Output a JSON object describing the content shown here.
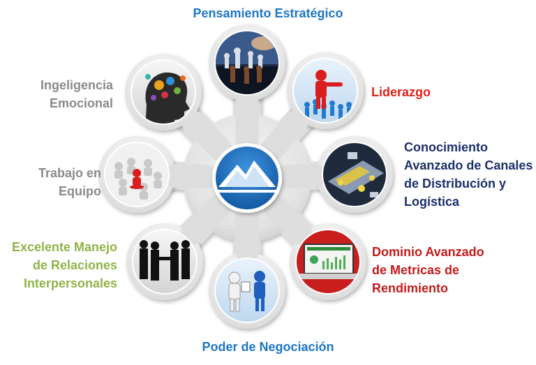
{
  "diagram": {
    "center": {
      "icon": "mountain-logo-icon",
      "color": "#1e6ec0"
    },
    "nodes": [
      {
        "id": "pensamiento",
        "lines": [
          "Pensamiento Estratégico"
        ],
        "color": "#1d76c4",
        "icon": "chess-icon"
      },
      {
        "id": "liderazgo",
        "lines": [
          "Liderazgo"
        ],
        "color": "#e0201b",
        "icon": "leader-figure-icon"
      },
      {
        "id": "conocimiento",
        "lines": [
          "Conocimiento",
          "Avanzado de Canales",
          "de Distribución y",
          "Logística"
        ],
        "color": "#1c2f6b",
        "icon": "logistics-icon"
      },
      {
        "id": "dominio",
        "lines": [
          "Dominio Avanzado",
          "de Metricas de",
          "Rendimiento"
        ],
        "color": "#c41a1a",
        "icon": "laptop-dashboard-icon"
      },
      {
        "id": "poder",
        "lines": [
          "Poder de Negociación"
        ],
        "color": "#1d76c4",
        "icon": "negotiation-icon"
      },
      {
        "id": "relaciones",
        "lines": [
          "Excelente Manejo",
          "de Relaciones",
          "Interpersonales"
        ],
        "color": "#8fb34a",
        "icon": "handshake-icon"
      },
      {
        "id": "trabajo",
        "lines": [
          "Trabajo en",
          "Equipo"
        ],
        "color": "#8a8a8a",
        "icon": "teamwork-icon"
      },
      {
        "id": "emocional",
        "lines": [
          "Ingeligencia",
          "Emocional"
        ],
        "color": "#8a8a8a",
        "icon": "brain-gears-icon"
      }
    ]
  }
}
